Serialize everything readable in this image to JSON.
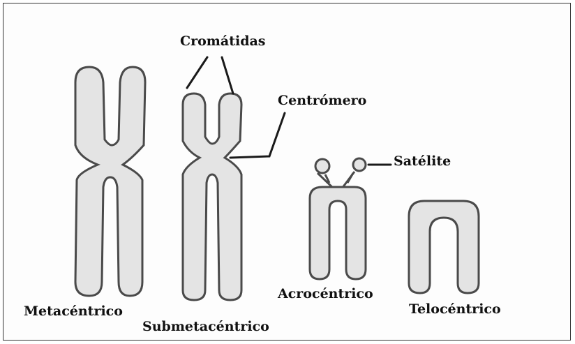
{
  "labels": {
    "cromatidas": "Cromátidas",
    "centromero": "Centrómero",
    "satelite": "Satélite",
    "metacentrico": "Metacéntrico",
    "submetacentrico": "Submetacéntrico",
    "acrocentrico": "Acrocéntrico",
    "telocentrico": "Telocéntrico"
  }
}
